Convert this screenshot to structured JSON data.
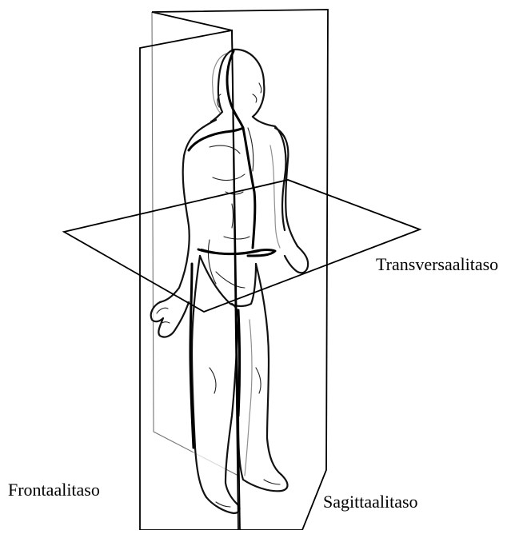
{
  "diagram": {
    "labels": {
      "transverse": "Transversaalitaso",
      "frontal": "Frontaalitaso",
      "sagittal": "Sagittaalitaso"
    },
    "colors": {
      "line": "#000000",
      "background": "#ffffff"
    }
  }
}
